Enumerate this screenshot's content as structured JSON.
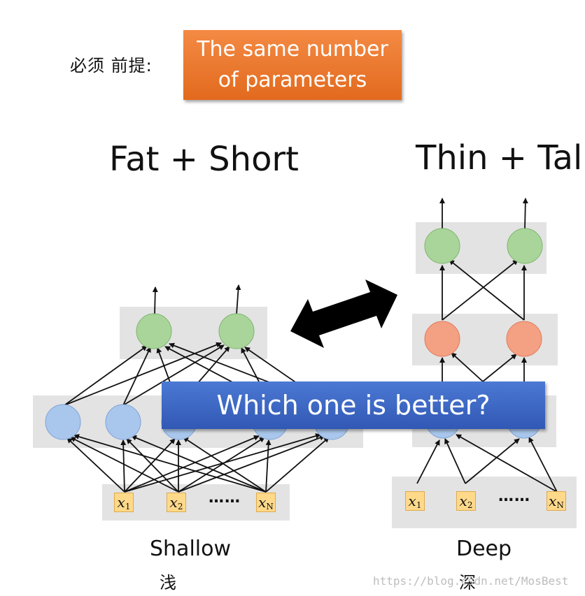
{
  "prerequisite": {
    "label": "必须 前提:",
    "box_line1": "The same number",
    "box_line2": "of parameters",
    "box_color": "#e87424"
  },
  "left_network": {
    "title": "Fat + Short",
    "caption": "Shallow",
    "caption_zh": "浅",
    "inputs": [
      {
        "symbol": "x",
        "subscript": "1"
      },
      {
        "symbol": "x",
        "subscript": "2"
      },
      {
        "symbol": "x",
        "subscript": "N"
      }
    ],
    "ellipsis": "……"
  },
  "right_network": {
    "title": "Thin + Tall",
    "caption": "Deep",
    "caption_zh": "深",
    "inputs": [
      {
        "symbol": "x",
        "subscript": "1"
      },
      {
        "symbol": "x",
        "subscript": "2"
      },
      {
        "symbol": "x",
        "subscript": "N"
      }
    ],
    "ellipsis": "……"
  },
  "question": {
    "text": "Which one is better?",
    "color": "#3b66c4"
  },
  "colors": {
    "hidden_node": "#a9c6ec",
    "output_node": "#a9d59a",
    "deep_hidden_node": "#f4a083",
    "layer_band": "#e3e3e3",
    "input_box": "#ffd98a"
  },
  "watermark": "https://blog.csdn.net/MosBest"
}
